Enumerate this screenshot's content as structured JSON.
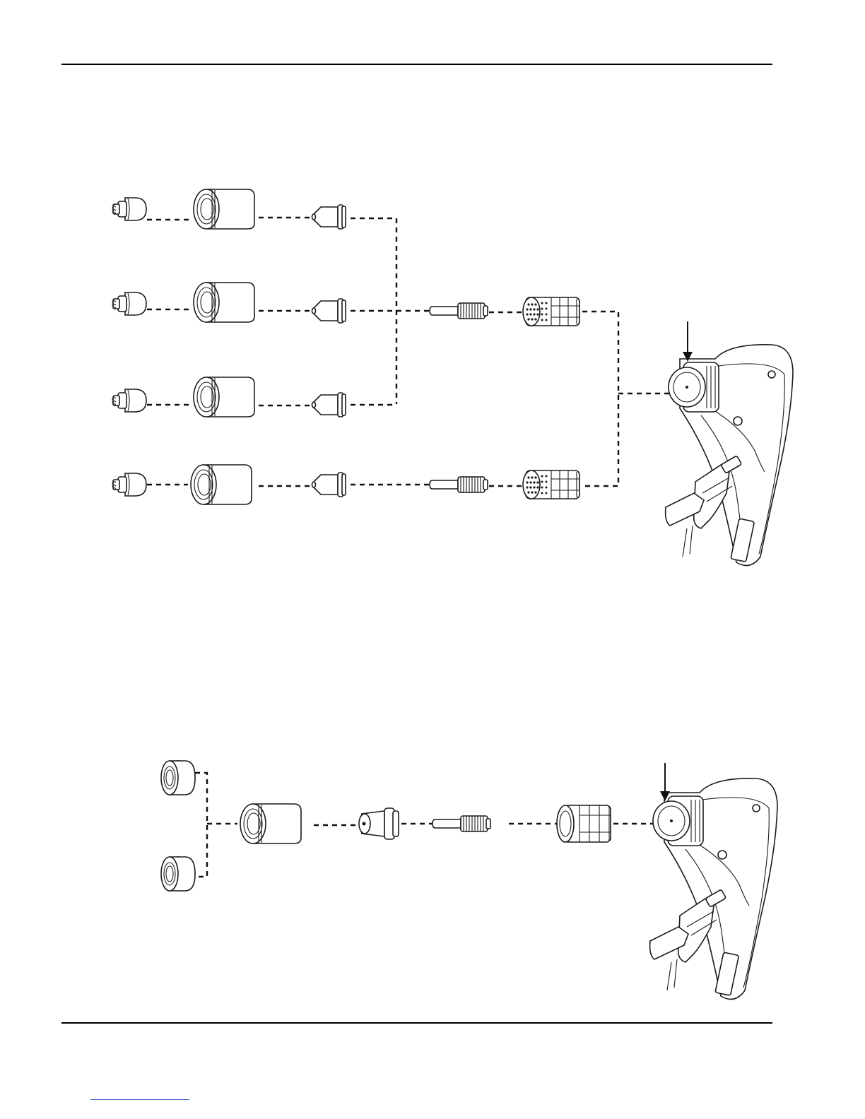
{
  "header_rule_color": "#000000",
  "link_underline_color": "#4a63c8",
  "diagrams": [
    {
      "name": "consumable-kit-options",
      "rows": 4,
      "parts_per_row": [
        "shield-ring",
        "retaining-cup",
        "nozzle",
        "electrode",
        "swirl-ring"
      ]
    },
    {
      "name": "consumable-stack-assembly",
      "shield_options": 2,
      "parts": [
        "shield-ring",
        "retaining-cup",
        "nozzle",
        "electrode",
        "swirl-ring",
        "torch-head"
      ]
    }
  ]
}
